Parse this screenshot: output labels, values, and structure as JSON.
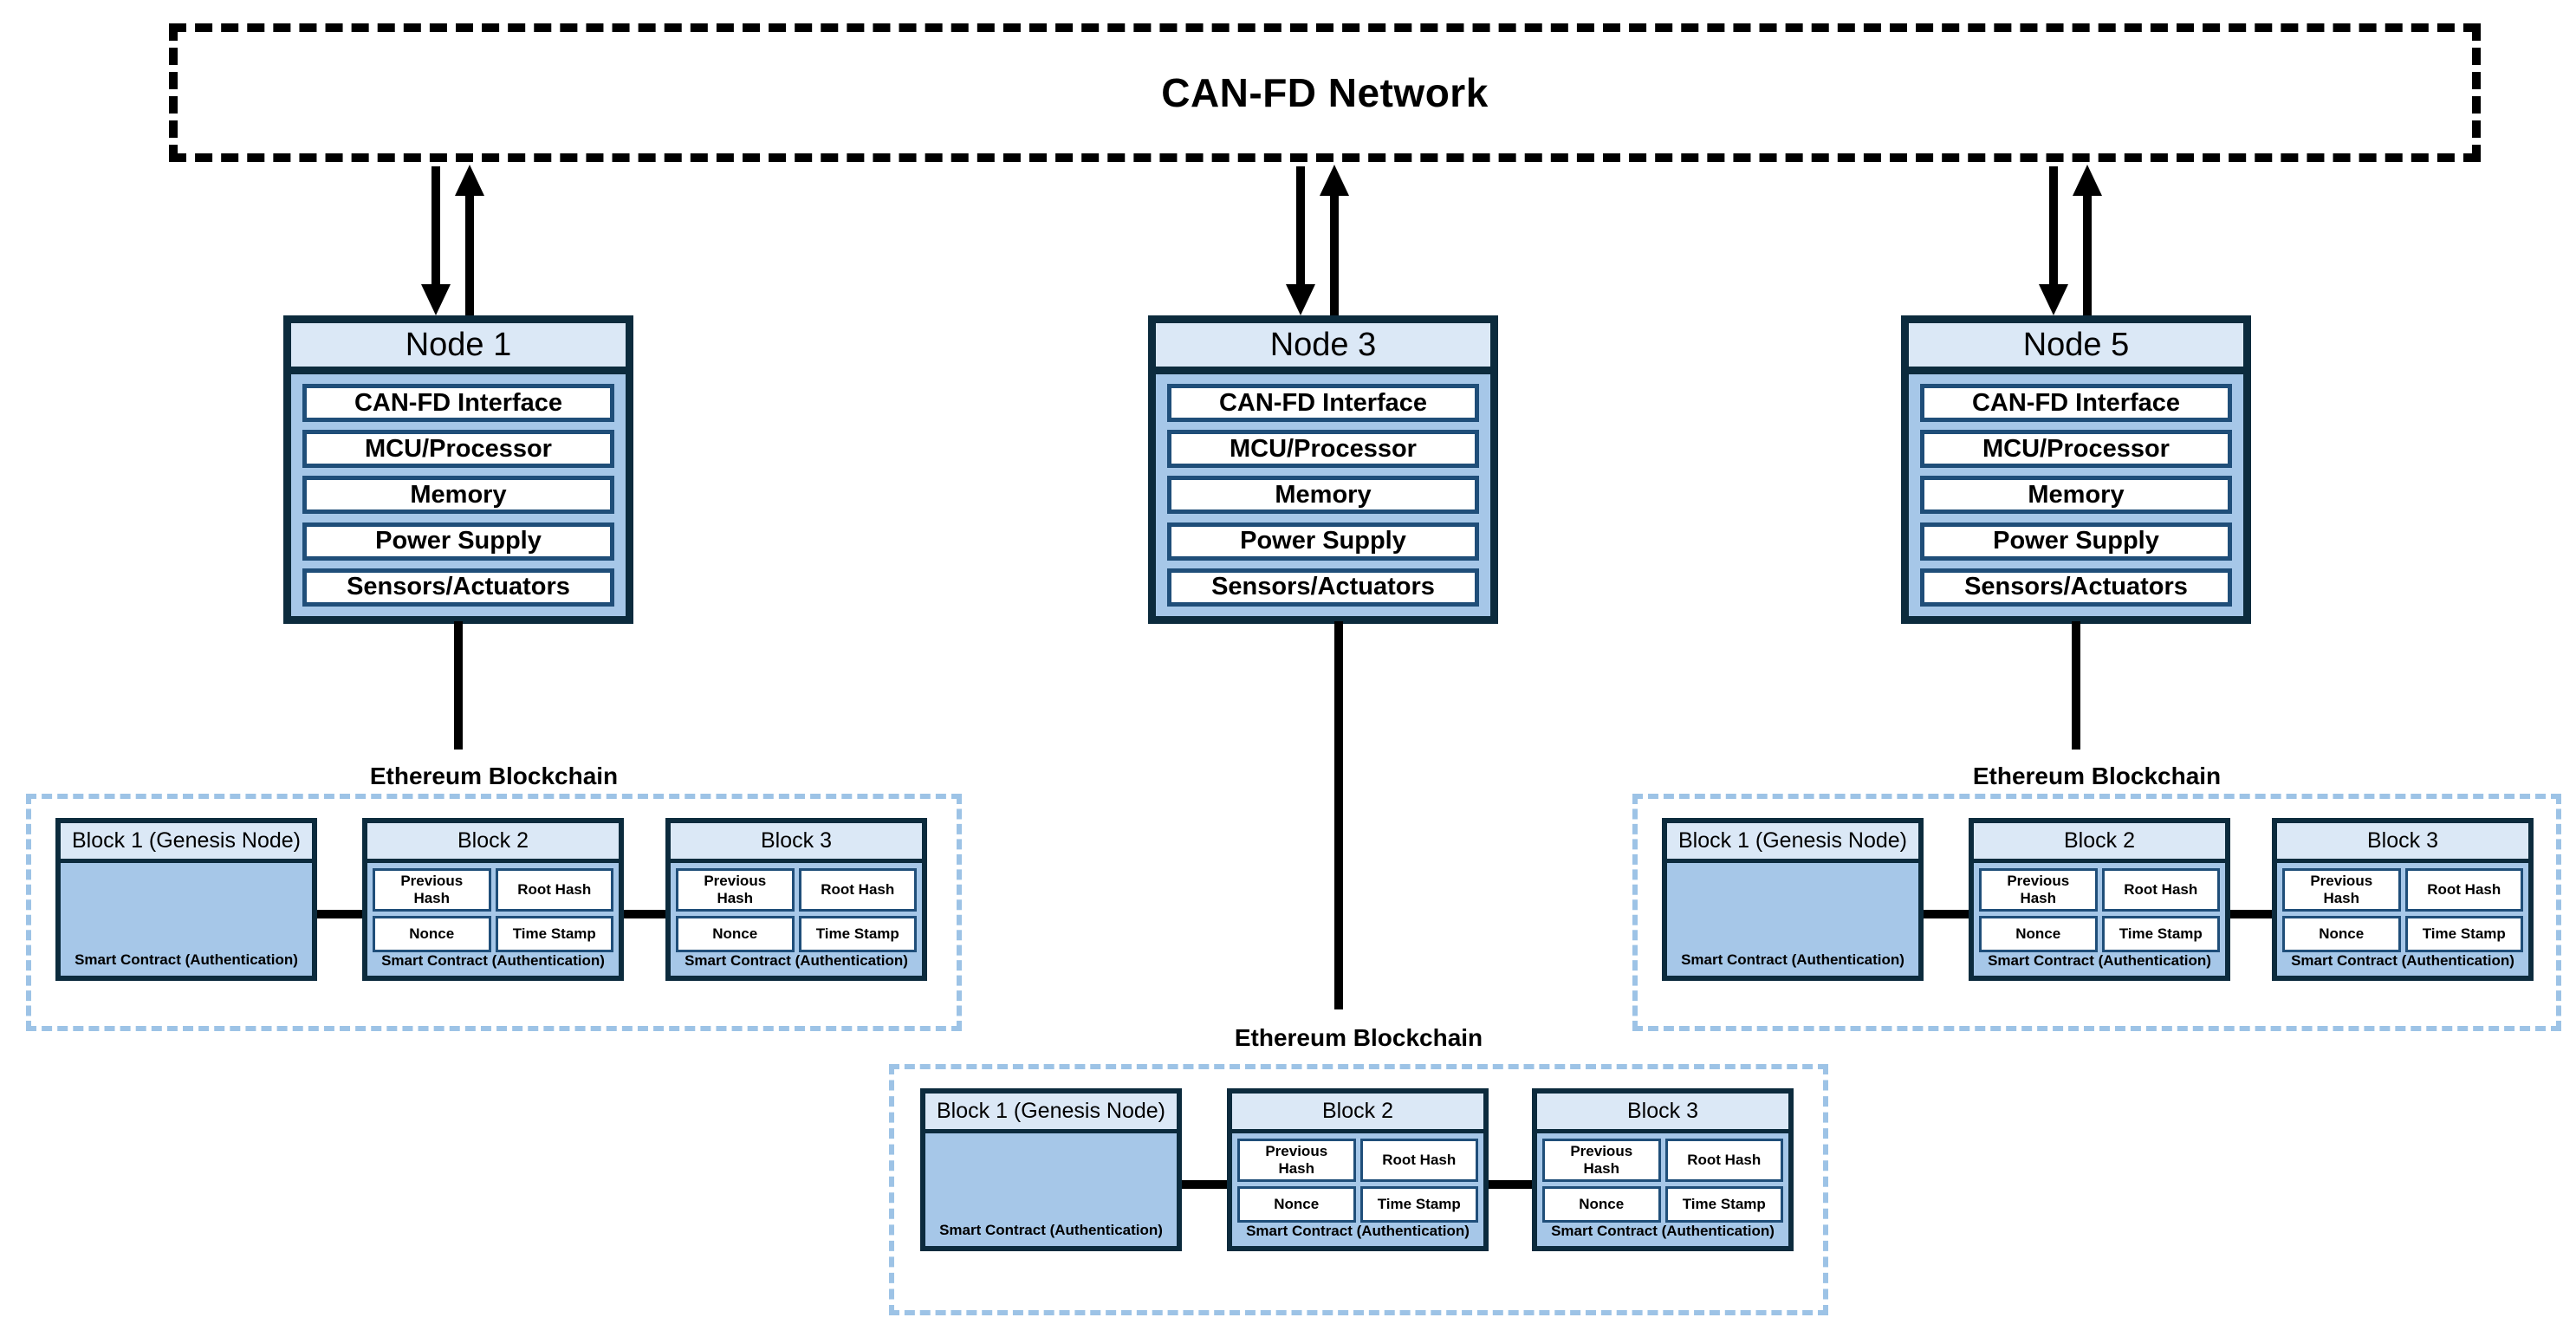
{
  "network": {
    "title": "CAN-FD Network"
  },
  "nodes": [
    {
      "label": "Node 1",
      "components": [
        "CAN-FD Interface",
        "MCU/Processor",
        "Memory",
        "Power Supply",
        "Sensors/Actuators"
      ]
    },
    {
      "label": "Node 3",
      "components": [
        "CAN-FD Interface",
        "MCU/Processor",
        "Memory",
        "Power Supply",
        "Sensors/Actuators"
      ]
    },
    {
      "label": "Node 5",
      "components": [
        "CAN-FD Interface",
        "MCU/Processor",
        "Memory",
        "Power Supply",
        "Sensors/Actuators"
      ]
    }
  ],
  "blockchains": [
    {
      "title": "Ethereum Blockchain",
      "blocks": [
        {
          "header": "Block 1 (Genesis Node)",
          "cells": [],
          "footer": "Smart Contract (Authentication)"
        },
        {
          "header": "Block 2",
          "cells": [
            "Previous Hash",
            "Root Hash",
            "Nonce",
            "Time Stamp"
          ],
          "footer": "Smart Contract (Authentication)"
        },
        {
          "header": "Block 3",
          "cells": [
            "Previous Hash",
            "Root Hash",
            "Nonce",
            "Time Stamp"
          ],
          "footer": "Smart Contract (Authentication)"
        }
      ]
    },
    {
      "title": "Ethereum Blockchain",
      "blocks": [
        {
          "header": "Block 1 (Genesis Node)",
          "cells": [],
          "footer": "Smart Contract (Authentication)"
        },
        {
          "header": "Block 2",
          "cells": [
            "Previous Hash",
            "Root Hash",
            "Nonce",
            "Time Stamp"
          ],
          "footer": "Smart Contract (Authentication)"
        },
        {
          "header": "Block 3",
          "cells": [
            "Previous Hash",
            "Root Hash",
            "Nonce",
            "Time Stamp"
          ],
          "footer": "Smart Contract (Authentication)"
        }
      ]
    },
    {
      "title": "Ethereum Blockchain",
      "blocks": [
        {
          "header": "Block 1 (Genesis Node)",
          "cells": [],
          "footer": "Smart Contract (Authentication)"
        },
        {
          "header": "Block 2",
          "cells": [
            "Previous Hash",
            "Root Hash",
            "Nonce",
            "Time Stamp"
          ],
          "footer": "Smart Contract (Authentication)"
        },
        {
          "header": "Block 3",
          "cells": [
            "Previous Hash",
            "Root Hash",
            "Nonce",
            "Time Stamp"
          ],
          "footer": "Smart Contract (Authentication)"
        }
      ]
    }
  ],
  "colors": {
    "outer_border": "#0c2b3d",
    "inner_border": "#1f4e79",
    "header_fill": "#dbe8f6",
    "body_fill": "#a6c7e8",
    "dashed_container": "#9dc3e6",
    "line": "#000000"
  }
}
